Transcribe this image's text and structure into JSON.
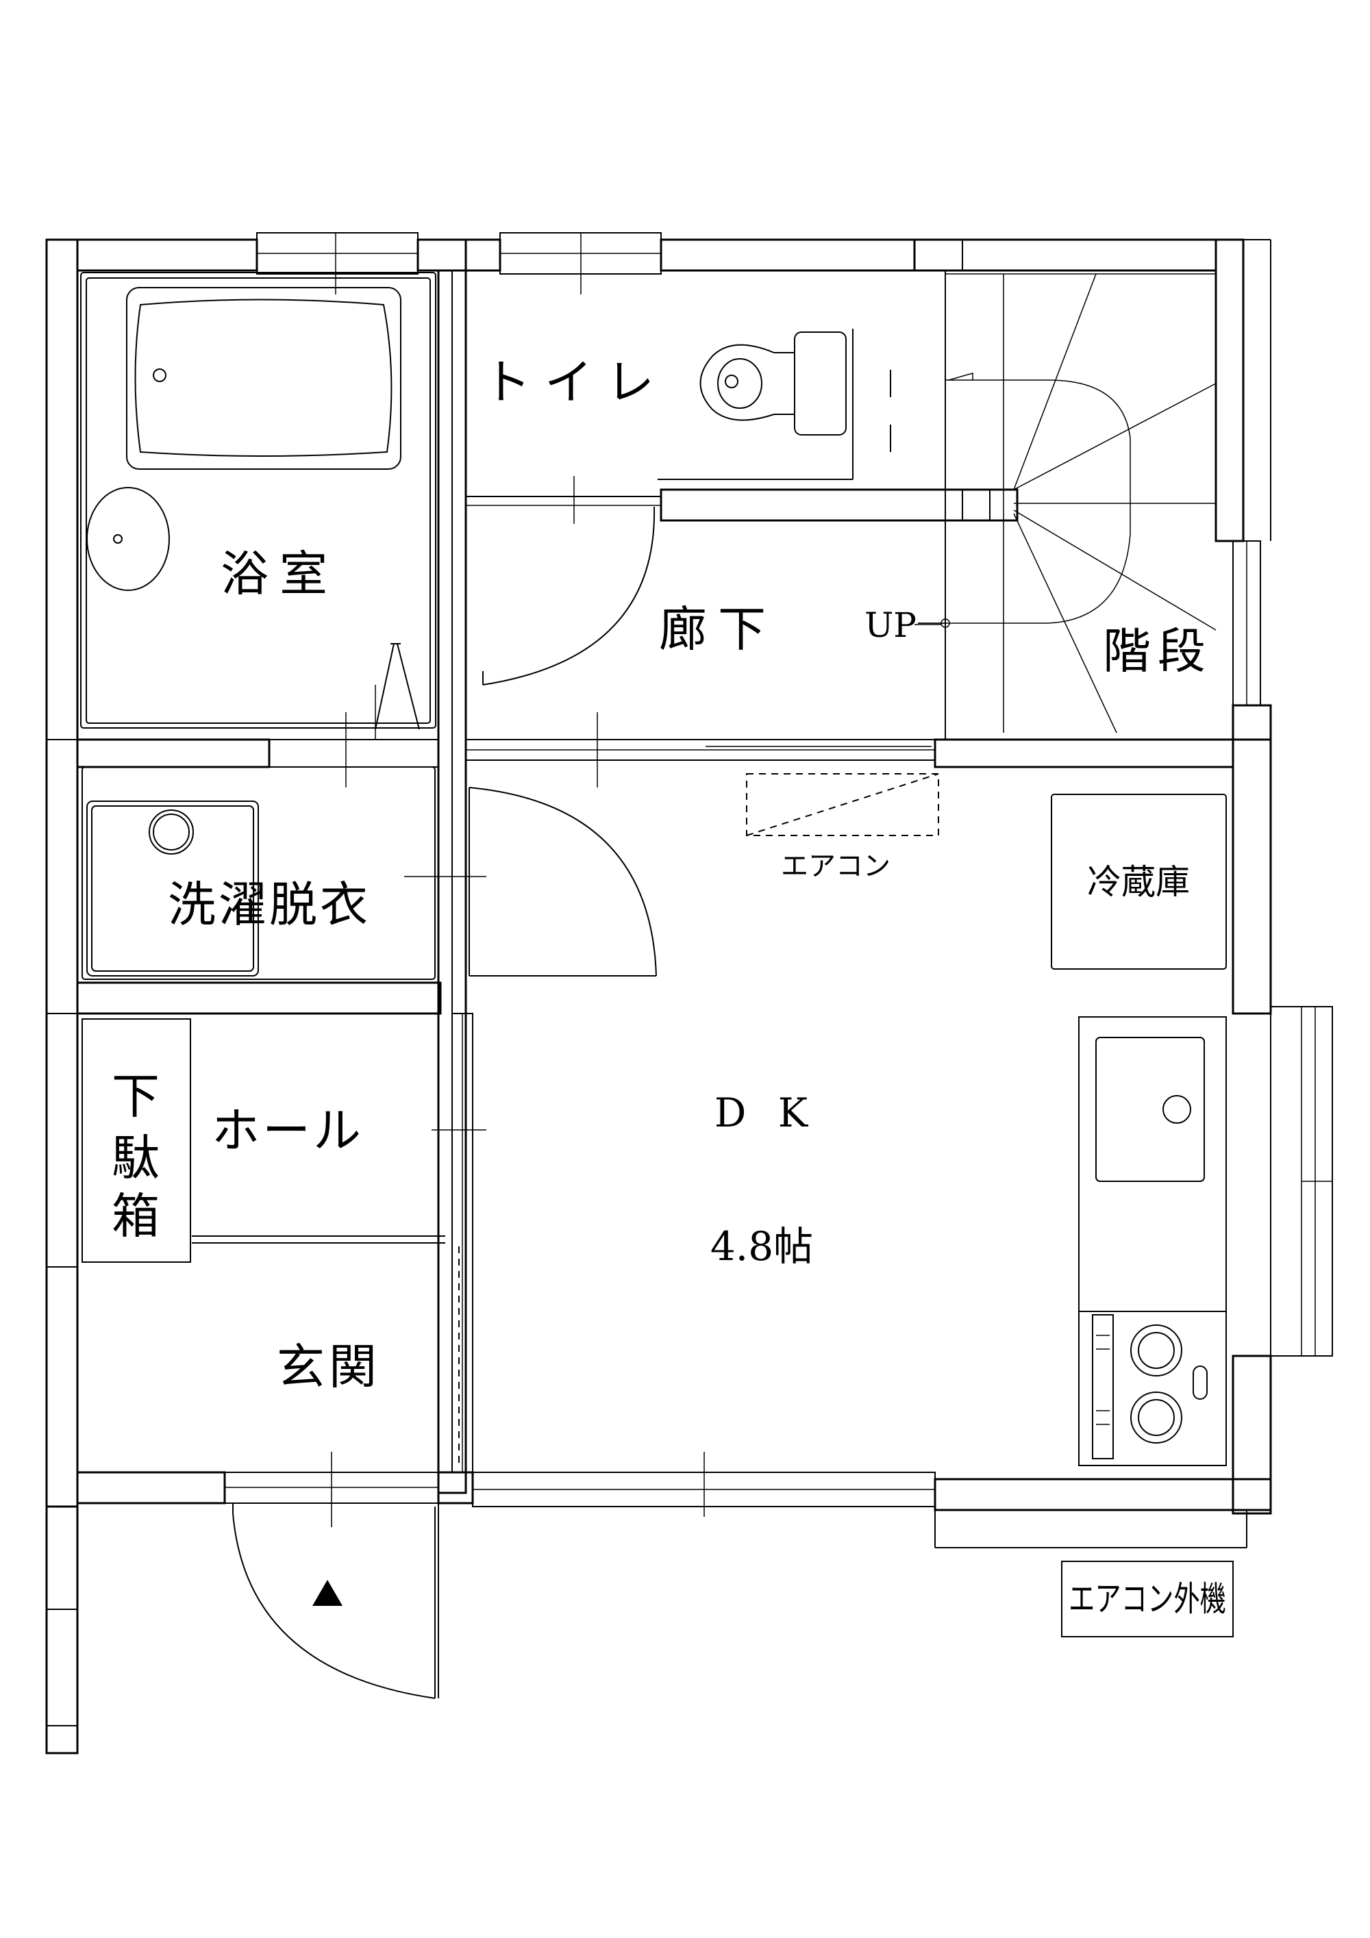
{
  "rooms": {
    "bathroom": "浴室",
    "toilet": "トイレ",
    "hallway": "廊下",
    "stairs": "階段",
    "stairs_up": "UP",
    "laundry": "洗濯脱衣",
    "shoe_box": [
      "下",
      "駄",
      "箱"
    ],
    "hall": "ホール",
    "entrance": "玄関",
    "dk": "D K",
    "dk_size": "4.8帖",
    "refrigerator": "冷蔵庫",
    "aircon": "エアコン",
    "aircon_outdoor": "エアコン外機"
  },
  "icons": {
    "entry_marker": "black-triangle-icon"
  }
}
